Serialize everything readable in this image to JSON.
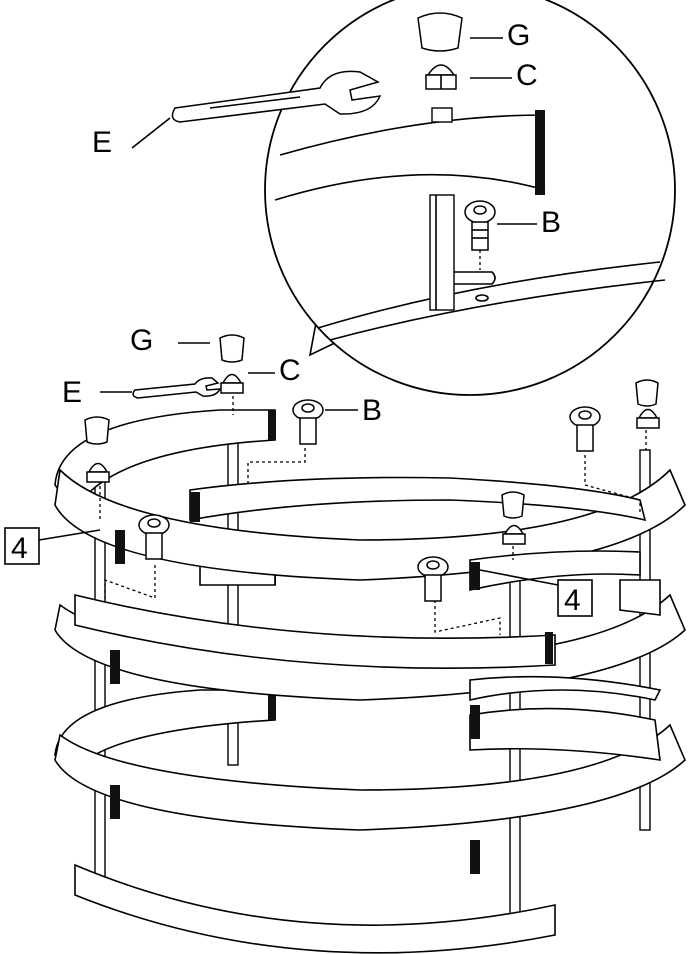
{
  "labels": {
    "cap_g": "G",
    "nut_c": "C",
    "wrench_e": "E",
    "screw_b": "B",
    "step_left": "4",
    "step_right": "4"
  }
}
